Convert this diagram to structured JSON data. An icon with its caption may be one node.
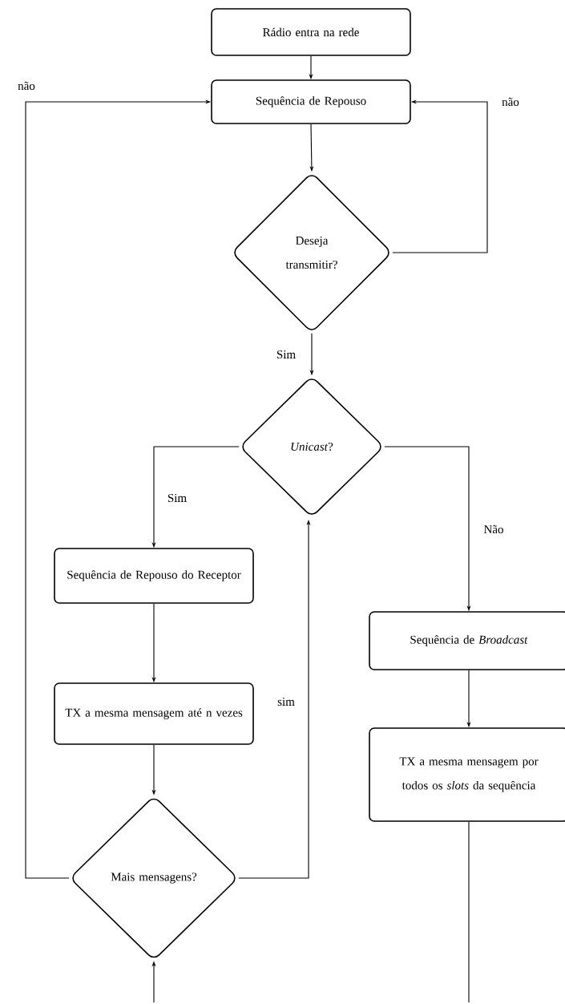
{
  "diagram": {
    "nodes": [
      {
        "text": [
          "Rádio entra na rede"
        ]
      },
      {
        "text": [
          "Sequência de Repouso"
        ]
      },
      {
        "text": [
          "Deseja transmitir?"
        ]
      },
      {
        "text": [
          "*Unicast*?"
        ]
      },
      {
        "text": [
          "Sequência de Repouso do Receptor"
        ]
      },
      {
        "text": [
          "TX a mesma mensagem até n vezes"
        ]
      },
      {
        "text": [
          "Mais mensagens?"
        ]
      },
      {
        "text": [
          "Sequência de *Broadcast*"
        ]
      },
      {
        "text": [
          "TX a mesma mensagem por todos os *slots* da sequência"
        ]
      }
    ],
    "edges": [
      {
        "from": 0,
        "to": 1,
        "arrow": "to"
      },
      {
        "from": 1,
        "to": 2,
        "arrow": "to"
      },
      {
        "from": 2,
        "to": 1,
        "arrow": "to",
        "label": "não"
      },
      {
        "from": 2,
        "to": 3,
        "arrow": "to",
        "label": "Sim"
      },
      {
        "from": 3,
        "to": 4,
        "arrow": "to",
        "label": "Sim"
      },
      {
        "from": 3,
        "to": 7,
        "arrow": "to",
        "label": "Não"
      },
      {
        "from": 4,
        "to": 5,
        "arrow": "to"
      },
      {
        "from": 5,
        "to": 6,
        "arrow": "to"
      },
      {
        "from": 6,
        "to": 1,
        "arrow": "to",
        "label": "não"
      },
      {
        "from": 6,
        "to": 3,
        "arrow": "to",
        "label": "sim"
      },
      {
        "from": null,
        "to": 6,
        "arrow": "to"
      },
      {
        "from": 8,
        "to": null,
        "arrow": "none"
      },
      {
        "from": 7,
        "to": 8,
        "arrow": "to"
      }
    ]
  }
}
